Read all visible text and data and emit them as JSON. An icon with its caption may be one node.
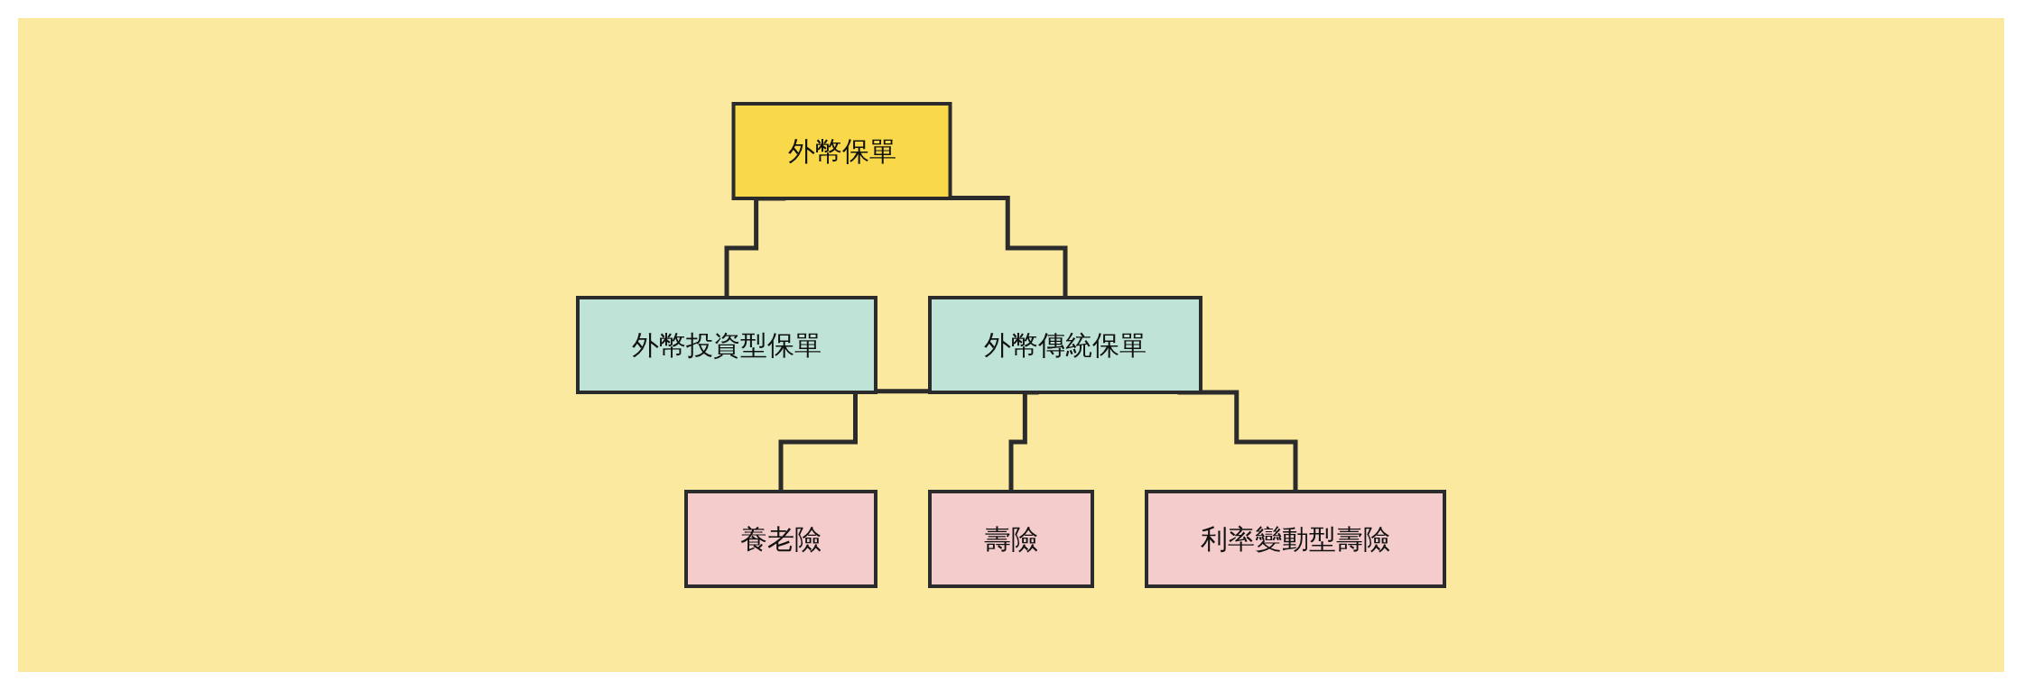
{
  "diagram": {
    "nodes": [
      {
        "text": [
          "外幣保單"
        ]
      },
      {
        "text": [
          "外幣投資型保單"
        ]
      },
      {
        "text": [
          "外幣傳統保單"
        ]
      },
      {
        "text": [
          "養老險"
        ]
      },
      {
        "text": [
          "壽險"
        ]
      },
      {
        "text": [
          "利率變動型壽險"
        ]
      }
    ],
    "edges": [
      {
        "from": 0,
        "to": 1,
        "arrow": "none"
      },
      {
        "from": 0,
        "to": 2,
        "arrow": "none"
      },
      {
        "from": 2,
        "to": 3,
        "arrow": "none"
      },
      {
        "from": 2,
        "to": 4,
        "arrow": "none"
      },
      {
        "from": 2,
        "to": 5,
        "arrow": "none"
      }
    ]
  }
}
